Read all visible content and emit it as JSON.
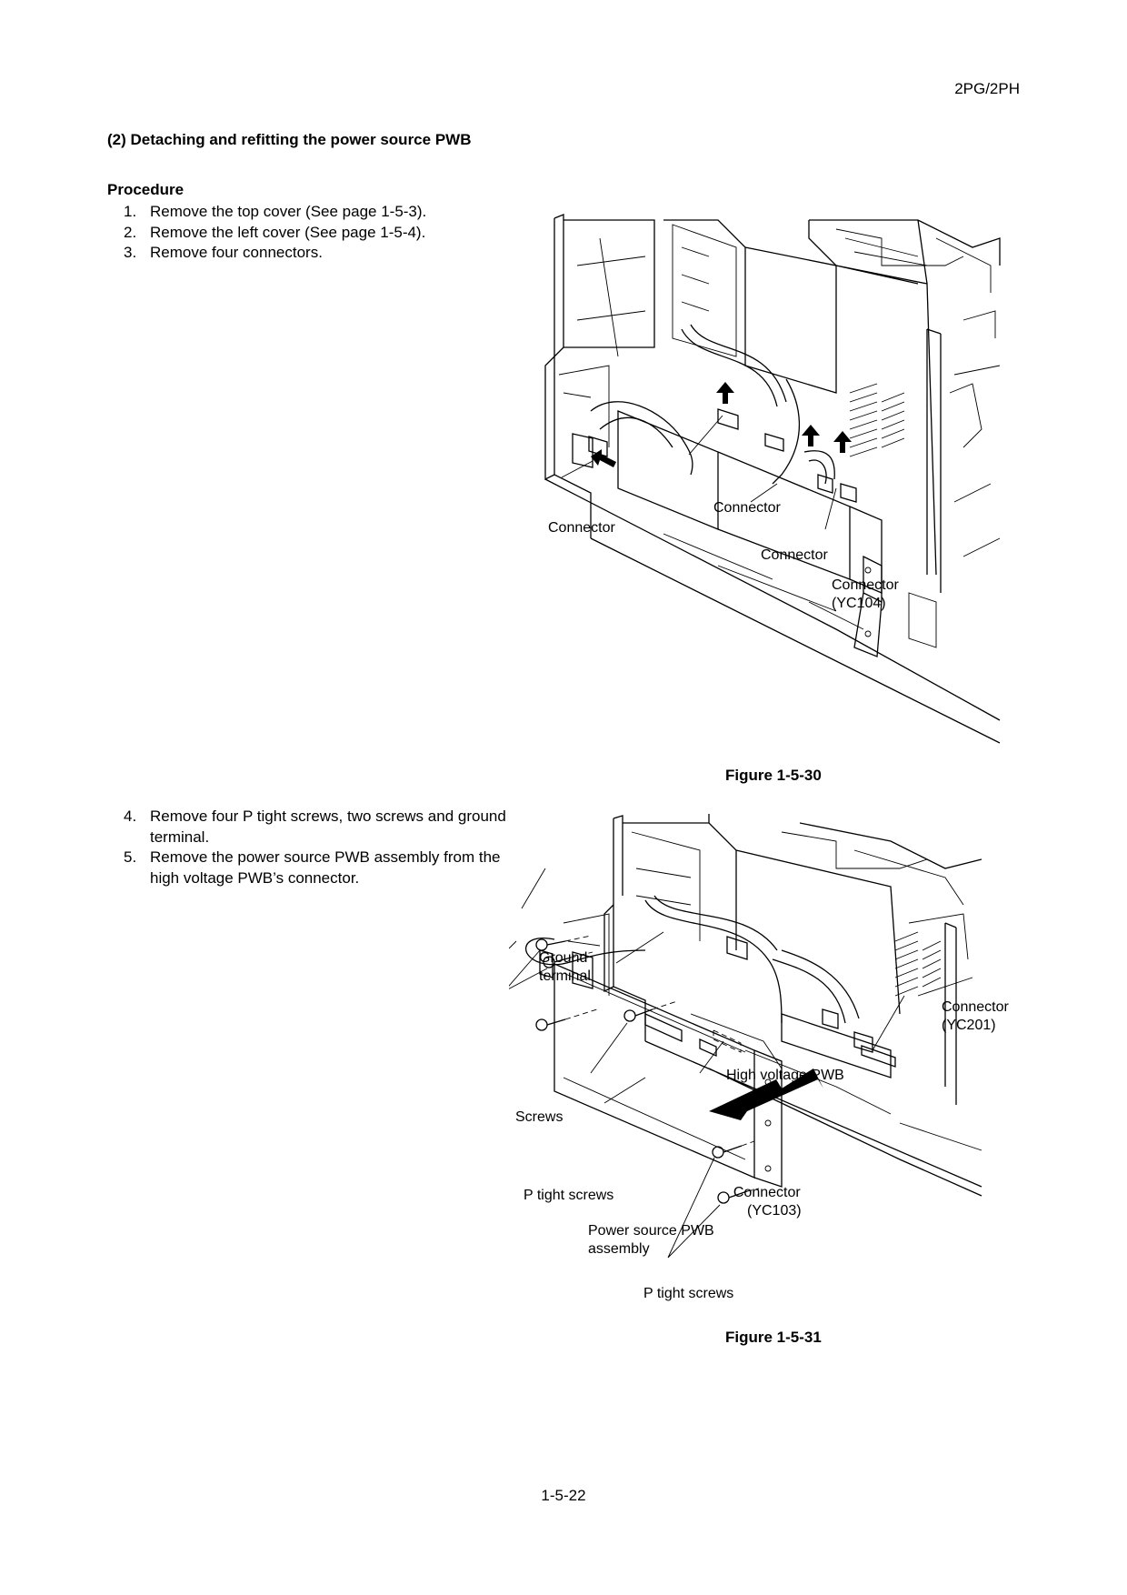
{
  "header": {
    "model": "2PG/2PH"
  },
  "section_title": "(2) Detaching and refitting the power source PWB",
  "procedure_heading": "Procedure",
  "steps_group1": [
    {
      "num": "1.",
      "text": "Remove the top cover (See page 1-5-3)."
    },
    {
      "num": "2.",
      "text": "Remove the left cover (See page 1-5-4)."
    },
    {
      "num": "3.",
      "text": "Remove four connectors."
    }
  ],
  "steps_group2": [
    {
      "num": "4.",
      "text": "Remove four P tight screws, two screws and ground terminal."
    },
    {
      "num": "5.",
      "text": "Remove the power source PWB assembly from the high voltage PWB’s connector."
    }
  ],
  "figure1": {
    "caption": "Figure 1-5-30",
    "labels": {
      "connector_left": "Connector",
      "connector_mid": "Connector",
      "connector_lower": "Connector",
      "connector_yc104_line1": "Connector",
      "connector_yc104_line2": "(YC104)"
    }
  },
  "figure2": {
    "caption": "Figure 1-5-31",
    "labels": {
      "ground_terminal_line1": "Ground",
      "ground_terminal_line2": "terminal",
      "connector_yc201_line1": "Connector",
      "connector_yc201_line2": "(YC201)",
      "high_voltage_pwb": "High voltage PWB",
      "screws": "Screws",
      "p_tight_screws_upper": "P tight screws",
      "connector_yc103_line1": "Connector",
      "connector_yc103_line2": "(YC103)",
      "power_source_line1": "Power source PWB",
      "power_source_line2": "assembly",
      "p_tight_screws_lower": "P tight screws"
    }
  },
  "footer": {
    "page_number": "1-5-22"
  }
}
